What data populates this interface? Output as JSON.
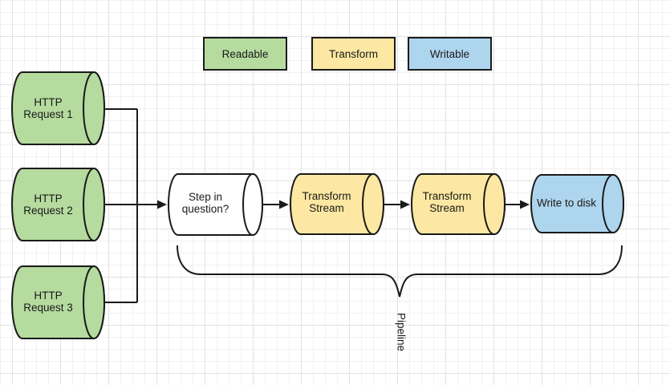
{
  "colors": {
    "readable": "#b5db9f",
    "transform": "#fce8a2",
    "writable": "#aed5ee",
    "plain": "#ffffff",
    "stroke": "#1a1a1a",
    "text": "#1a1a1a",
    "grid_minor": "#f1f1f1",
    "grid_major": "#e2e2e2",
    "canvas_bg": "#ffffff"
  },
  "legend": {
    "items": [
      {
        "label": "Readable",
        "type": "readable"
      },
      {
        "label": "Transform",
        "type": "transform"
      },
      {
        "label": "Writable",
        "type": "writable"
      }
    ]
  },
  "nodes": {
    "http_request_1": {
      "label": "HTTP\nRequest 1",
      "type": "readable"
    },
    "http_request_2": {
      "label": "HTTP\nRequest 2",
      "type": "readable"
    },
    "http_request_3": {
      "label": "HTTP\nRequest 3",
      "type": "readable"
    },
    "step_in_question": {
      "label": "Step in\nquestion?",
      "type": "plain"
    },
    "transform_stream_1": {
      "label": "Transform\nStream",
      "type": "transform"
    },
    "transform_stream_2": {
      "label": "Transform\nStream",
      "type": "transform"
    },
    "write_to_disk": {
      "label": "Write to disk",
      "type": "writable"
    }
  },
  "annotations": {
    "pipeline_label": "Pipeline"
  }
}
